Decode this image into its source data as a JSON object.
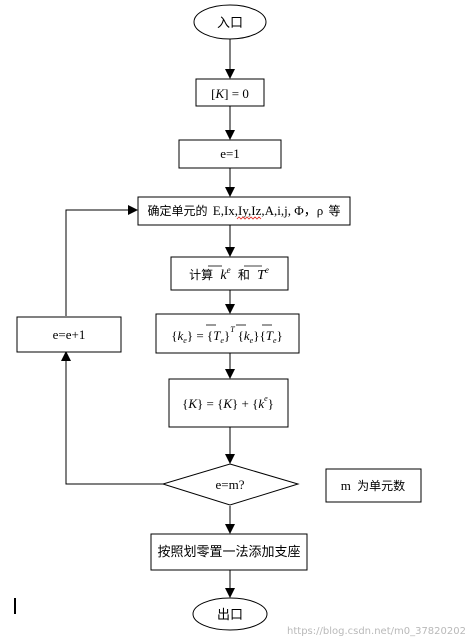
{
  "nodes": {
    "entry": "入口",
    "k_init": "[K] = 0",
    "e_init": "e=1",
    "determine": "确定单元的 E,Ix,Iy,Iz,A,i,j,Φ,ρ 等",
    "compute": "计算 k̅ᵉ 和 T̅ᵉ",
    "transform": "{kₑ} = {T̅ₑ}ᵀ {k̅ₑ} {T̅ₑ}",
    "assemble": "{K} = {K} + {kᵉ}",
    "check": "e=m?",
    "note": "m 为单元数",
    "increment": "e=e+1",
    "constraint": "按照划零置一法添加支座",
    "exit": "出口"
  },
  "text": {
    "determine_prefix": "确定单元的",
    "determine_vars": "E,Ix,Iy,Iz,A,i,j,",
    "determine_greek": "Φ，ρ",
    "determine_suffix": "等",
    "compute_prefix": "计算",
    "compute_and": "和",
    "note_var": "m",
    "note_text": "为单元数",
    "watermark": "https://blog.csdn.net/m0_37820202"
  },
  "colors": {
    "line": "#000000",
    "squiggle": "#e0261f",
    "watermark": "#b9b9b9"
  }
}
